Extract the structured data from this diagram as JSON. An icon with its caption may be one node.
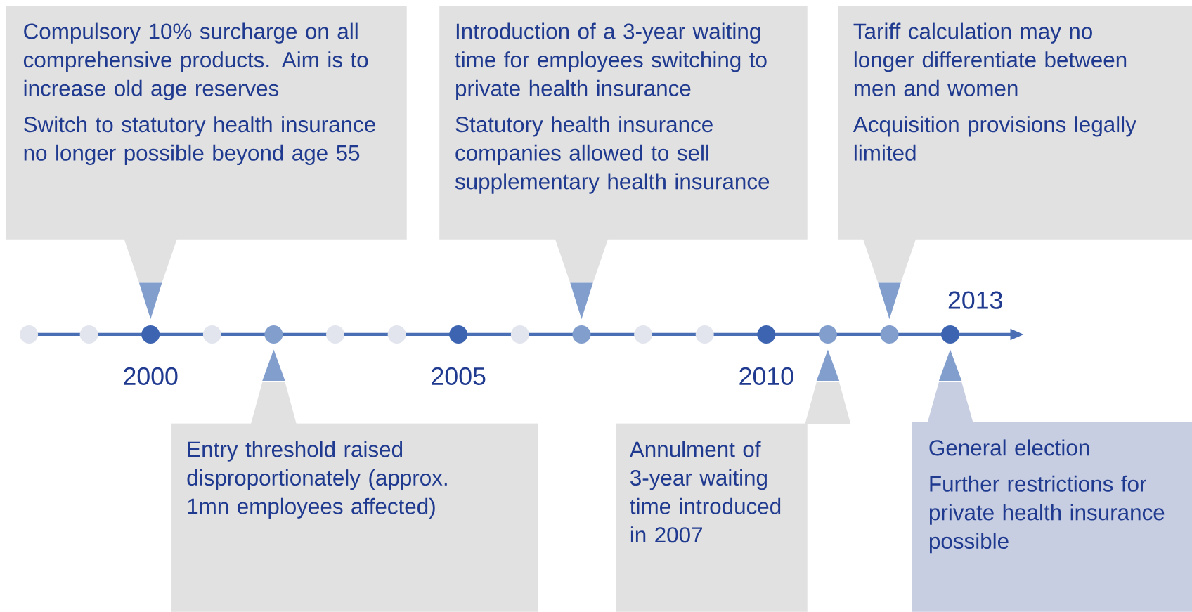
{
  "diagram": {
    "nodes": [
      {
        "text": [
          "Compulsory 10% surcharge on all comprehensive products. Aim is to increase old age reserves",
          "Switch to statutory health insurance no longer possible beyond age 55"
        ]
      },
      {
        "text": [
          "Entry threshold raised disproportionately (approx. 1mn employees affected)"
        ]
      },
      {
        "text": [
          "Introduction of a 3-year waiting time for employees switching to private health insurance",
          "Statutory health insurance companies allowed to sell supplementary health insurance"
        ]
      },
      {
        "text": [
          "Annulment of 3-year waiting time introduced in 2007"
        ]
      },
      {
        "text": [
          "Tariff calculation may no longer differentiate between men and women",
          "Acquisition provisions legally limited"
        ]
      },
      {
        "text": [
          "General election",
          "Further restrictions for private health insurance possible"
        ]
      }
    ],
    "labels": [
      "2000",
      "2005",
      "2010",
      "2013"
    ]
  }
}
